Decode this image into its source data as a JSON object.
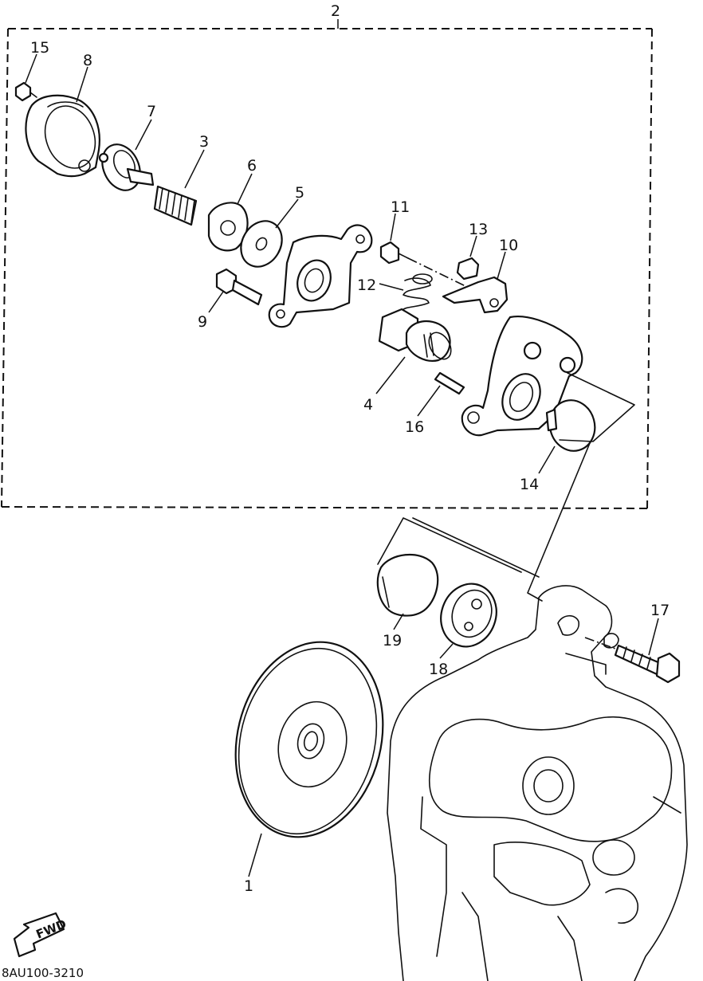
{
  "diagram": {
    "assembly_label": "2",
    "callouts": [
      {
        "id": "15",
        "text": "15"
      },
      {
        "id": "8",
        "text": "8"
      },
      {
        "id": "7",
        "text": "7"
      },
      {
        "id": "3",
        "text": "3"
      },
      {
        "id": "6",
        "text": "6"
      },
      {
        "id": "5",
        "text": "5"
      },
      {
        "id": "9",
        "text": "9"
      },
      {
        "id": "11",
        "text": "11"
      },
      {
        "id": "13",
        "text": "13"
      },
      {
        "id": "10",
        "text": "10"
      },
      {
        "id": "12",
        "text": "12"
      },
      {
        "id": "4",
        "text": "4"
      },
      {
        "id": "16",
        "text": "16"
      },
      {
        "id": "14",
        "text": "14"
      },
      {
        "id": "17",
        "text": "17"
      },
      {
        "id": "19",
        "text": "19"
      },
      {
        "id": "18",
        "text": "18"
      },
      {
        "id": "1",
        "text": "1"
      }
    ],
    "fwd_label": "FWD",
    "drawing_code": "8AU100-3210"
  }
}
